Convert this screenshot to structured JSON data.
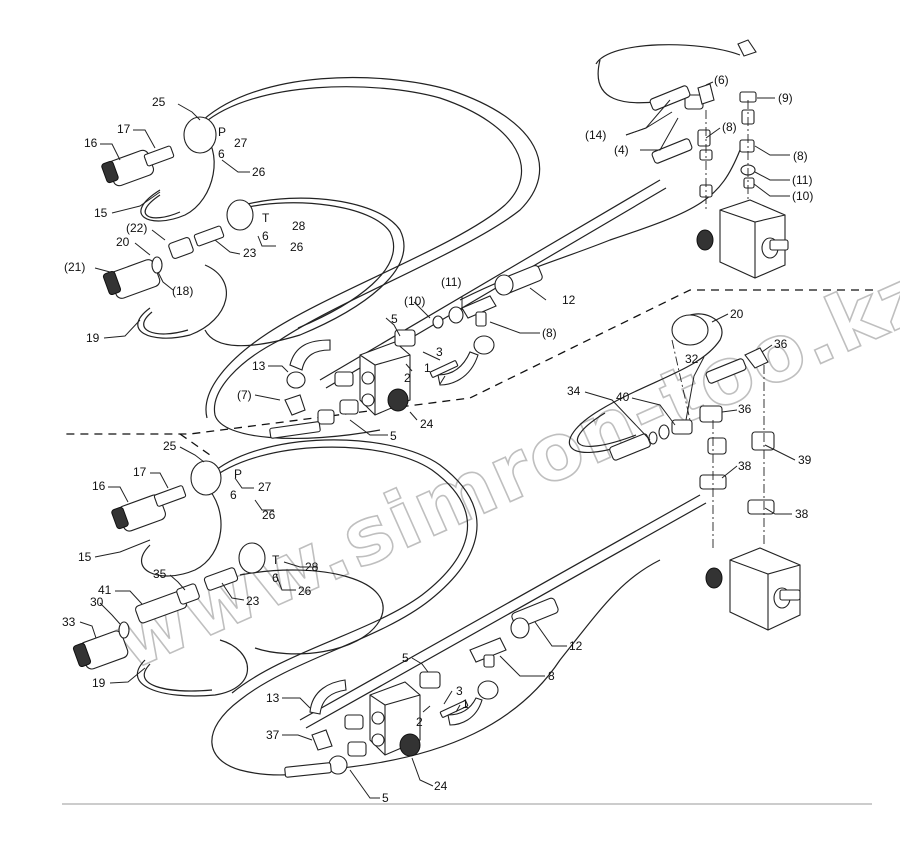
{
  "watermark": "www.simron-too.kz",
  "labels": {
    "top": {
      "l25": "25",
      "l17": "17",
      "l16": "16",
      "l27": "27",
      "l27p": "P",
      "l6a": "6",
      "l26a": "26",
      "l15": "15",
      "l22": "(22)",
      "l20": "20",
      "l21": "(21)",
      "l18": "(18)",
      "l28": "28",
      "l28t": "T",
      "l6b": "6",
      "l26b": "26",
      "l23": "23",
      "l19": "19",
      "l6p": "(6)",
      "l9p": "(9)",
      "l14p": "(14)",
      "l8pa": "(8)",
      "l4p": "(4)",
      "l8pb": "(8)",
      "l11pa": "(11)",
      "l10pa": "(10)",
      "l11pb": "(11)",
      "l10pb": "(10)",
      "l12": "12",
      "l8pc": "(8)",
      "l5a": "5",
      "l13": "13",
      "l3": "3",
      "l2": "2",
      "l1": "1",
      "l7p": "(7)",
      "l24": "24",
      "l5b": "5"
    },
    "right": {
      "l20": "20",
      "l32": "32",
      "l36a": "36",
      "l34": "34",
      "l40": "40",
      "l36b": "36",
      "l39": "39",
      "l38a": "38",
      "l38b": "38"
    },
    "bottom": {
      "l25": "25",
      "l17": "17",
      "l16": "16",
      "l27": "27",
      "l27p": "P",
      "l6a": "6",
      "l26a": "26",
      "l15": "15",
      "l28": "28",
      "l28t": "T",
      "l6b": "6",
      "l26b": "26",
      "l41": "41",
      "l35": "35",
      "l23": "23",
      "l30": "30",
      "l33": "33",
      "l19": "19",
      "l12": "12",
      "l5a": "5",
      "l8": "8",
      "l13": "13",
      "l3": "3",
      "l2": "2",
      "l1": "1",
      "l37": "37",
      "l24": "24",
      "l5b": "5"
    }
  }
}
